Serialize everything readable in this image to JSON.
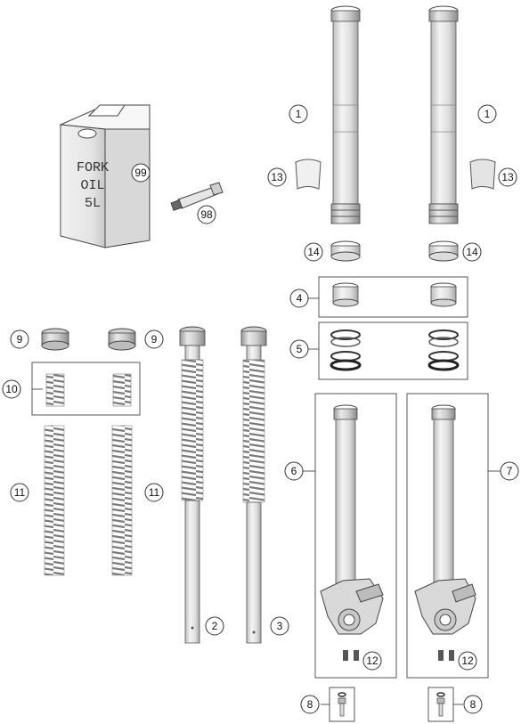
{
  "diagram": {
    "can_label_lines": [
      "FORK",
      "OIL",
      "5L"
    ],
    "callouts": [
      {
        "id": "c99",
        "label": "99"
      },
      {
        "id": "c98",
        "label": "98"
      },
      {
        "id": "c1a",
        "label": "1"
      },
      {
        "id": "c1b",
        "label": "1"
      },
      {
        "id": "c13a",
        "label": "13"
      },
      {
        "id": "c13b",
        "label": "13"
      },
      {
        "id": "c14a",
        "label": "14"
      },
      {
        "id": "c14b",
        "label": "14"
      },
      {
        "id": "c4",
        "label": "4"
      },
      {
        "id": "c5",
        "label": "5"
      },
      {
        "id": "c9a",
        "label": "9"
      },
      {
        "id": "c9b",
        "label": "9"
      },
      {
        "id": "c10",
        "label": "10"
      },
      {
        "id": "c11a",
        "label": "11"
      },
      {
        "id": "c11b",
        "label": "11"
      },
      {
        "id": "c2",
        "label": "2"
      },
      {
        "id": "c3",
        "label": "3"
      },
      {
        "id": "c6",
        "label": "6"
      },
      {
        "id": "c7",
        "label": "7"
      },
      {
        "id": "c12a",
        "label": "12"
      },
      {
        "id": "c12b",
        "label": "12"
      },
      {
        "id": "c8a",
        "label": "8"
      },
      {
        "id": "c8b",
        "label": "8"
      }
    ]
  }
}
